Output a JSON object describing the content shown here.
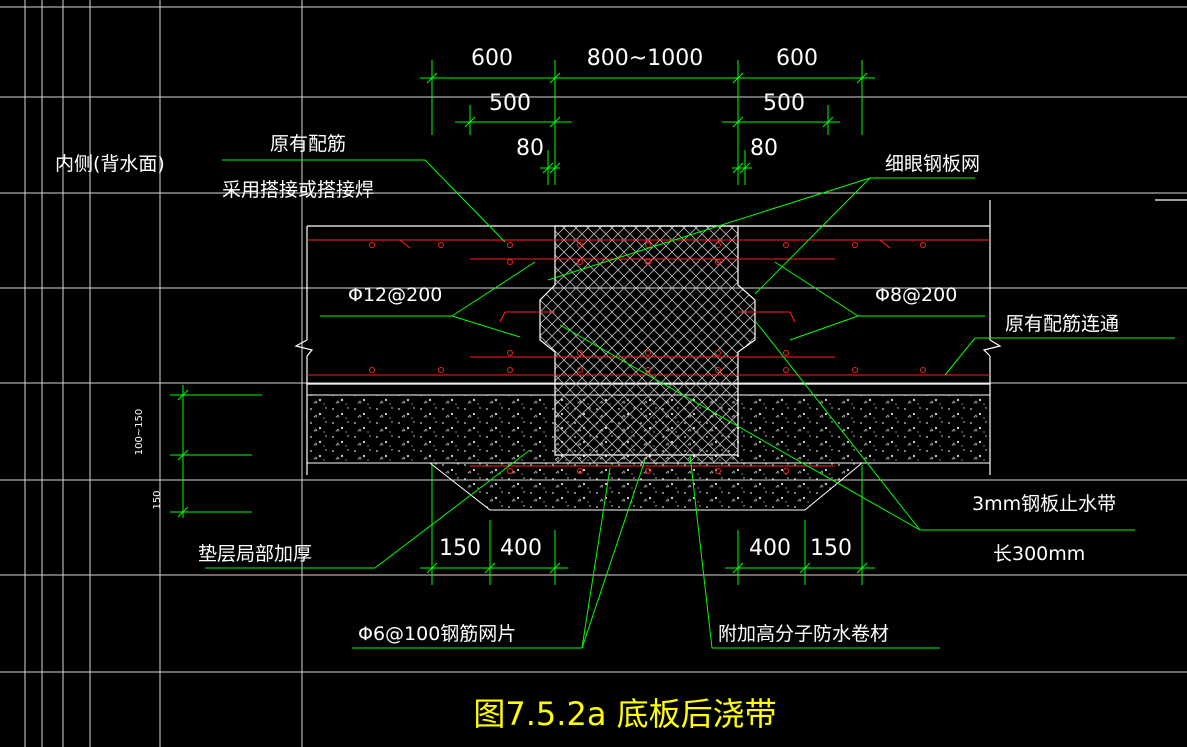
{
  "title": "图7.5.2a  底板后浇带",
  "labels": {
    "inner_side": "内侧(背水面)",
    "orig_rebar_1": "原有配筋",
    "orig_rebar_2": "采用搭接或搭接焊",
    "mesh": "细眼钢板网",
    "rebar_left": "Φ12@200",
    "rebar_right": "Φ8@200",
    "rebar_cont": "原有配筋连通",
    "pad_thicken": "垫层局部加厚",
    "rebar_mesh": "Φ6@100钢筋网片",
    "membrane": "附加高分子防水卷材",
    "waterstop_1": "3mm钢板止水带",
    "waterstop_2": "长300mm"
  },
  "dimensions": {
    "top_left_600": "600",
    "top_mid": "800~1000",
    "top_right_600": "600",
    "left_500": "500",
    "right_500": "500",
    "left_80": "80",
    "right_80": "80",
    "vert_100_150": "100~150",
    "vert_150": "150",
    "bot_left_150": "150",
    "bot_left_400": "400",
    "bot_right_400": "400",
    "bot_right_150": "150"
  },
  "colors": {
    "background": "#000000",
    "grid": "#ffffff",
    "outline": "#ffffff",
    "dimension": "#00ff00",
    "rebar": "#ff2020",
    "leader": "#00ff00",
    "title": "#ffff00",
    "hatch": "#ffffff"
  }
}
